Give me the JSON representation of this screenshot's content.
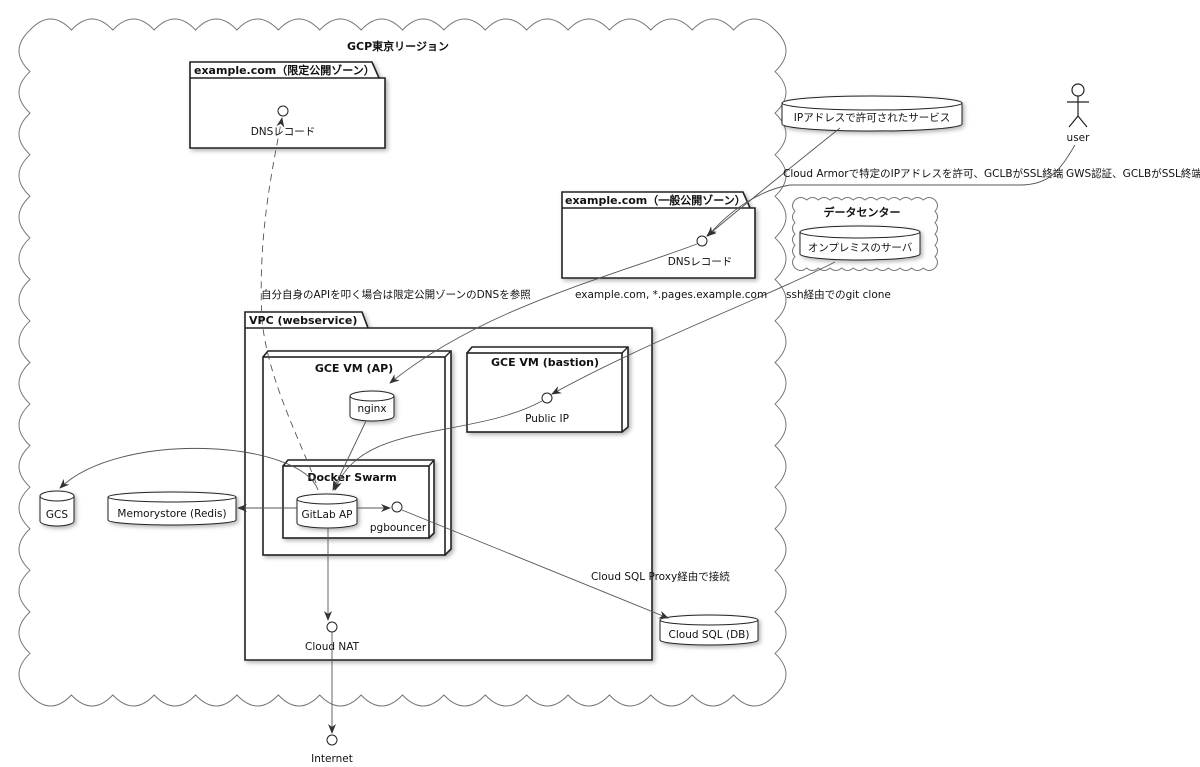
{
  "region": {
    "title": "GCP東京リージョン"
  },
  "private_zone": {
    "title": "example.com（限定公開ゾーン）",
    "record": "DNSレコード"
  },
  "public_zone": {
    "title": "example.com（一般公開ゾーン）",
    "record": "DNSレコード"
  },
  "ip_service": {
    "label": "IPアドレスで許可されたサービス"
  },
  "user": {
    "label": "user"
  },
  "datacenter": {
    "title": "データセンター",
    "server": "オンプレミスのサーバ"
  },
  "vpc": {
    "title": "VPC (webservice)",
    "gce_ap": {
      "title": "GCE VM (AP)",
      "nginx": "nginx"
    },
    "docker_swarm": {
      "title": "Docker Swarm",
      "gitlab": "GitLab AP",
      "pgbouncer": "pgbouncer"
    },
    "gce_bastion": {
      "title": "GCE VM (bastion)",
      "public_ip": "Public IP"
    },
    "cloud_nat": "Cloud NAT"
  },
  "gcs": "GCS",
  "memorystore": "Memorystore (Redis)",
  "cloud_sql": "Cloud SQL (DB)",
  "internet": "Internet",
  "edges": {
    "private_dns": "自分自身のAPIを叩く場合は限定公開ゾーンのDNSを参照",
    "public_dns": "example.com, *.pages.example.com",
    "cloud_armor": "Cloud Armorで特定のIPアドレスを許可、GCLBがSSL終端",
    "gws": "GWS認証、GCLBがSSL終端",
    "ssh": "ssh経由でのgit clone",
    "sql_proxy": "Cloud SQL Proxy経由で接続"
  }
}
